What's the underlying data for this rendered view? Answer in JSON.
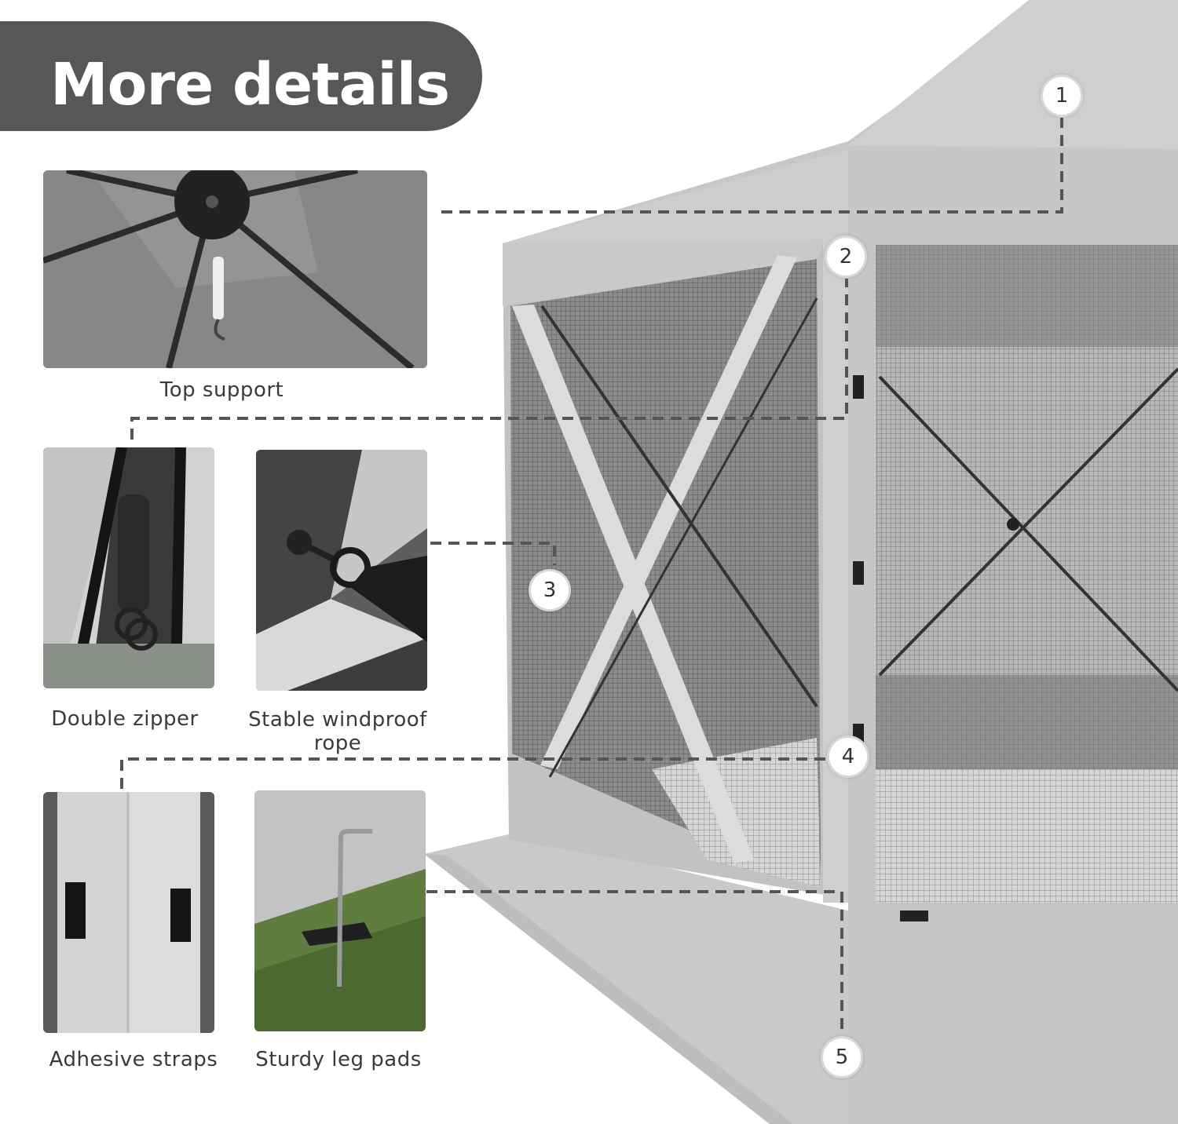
{
  "header": {
    "title": "More details"
  },
  "features": [
    {
      "caption": "Top support"
    },
    {
      "caption": "Double zipper"
    },
    {
      "caption": "Stable windproof rope"
    },
    {
      "caption": "Adhesive straps"
    },
    {
      "caption": "Sturdy leg pads"
    }
  ],
  "callouts": [
    "1",
    "2",
    "3",
    "4",
    "5"
  ],
  "colors": {
    "banner": "#575757",
    "tent_fabric": "#c4c4c4",
    "mesh": "#6e6e6e",
    "leader_line": "#555555"
  }
}
